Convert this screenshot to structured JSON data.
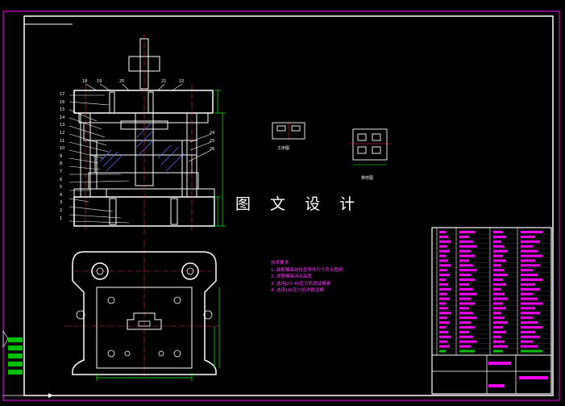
{
  "watermark": "图 文 设 计",
  "views": {
    "process_caption": "工序图",
    "blank_caption": "排样图"
  },
  "tech_notes": {
    "title": "技术要求",
    "items": [
      "1. 装配模具前检查零件尺寸符合图纸",
      "2. 调整模具闭合高度",
      "3. 选用J23-40压力机调试模具",
      "4. 选用16t压力机冲裁试模"
    ]
  },
  "part_numbers": {
    "left": [
      "17",
      "16",
      "15",
      "14",
      "13",
      "12",
      "11",
      "10",
      "9",
      "8",
      "7",
      "6",
      "5",
      "4",
      "3",
      "2",
      "1"
    ],
    "top": [
      "18",
      "19",
      "20",
      "21",
      "22"
    ],
    "right": [
      "24",
      "25",
      "26"
    ]
  },
  "colors": {
    "background": "#000000",
    "outline": "#ffffff",
    "border": "#ff00ff",
    "dimension": "#00ff00",
    "hatch": "#5a6cff",
    "centerline": "#ff3030",
    "title_block_text": "#ff33ff"
  }
}
